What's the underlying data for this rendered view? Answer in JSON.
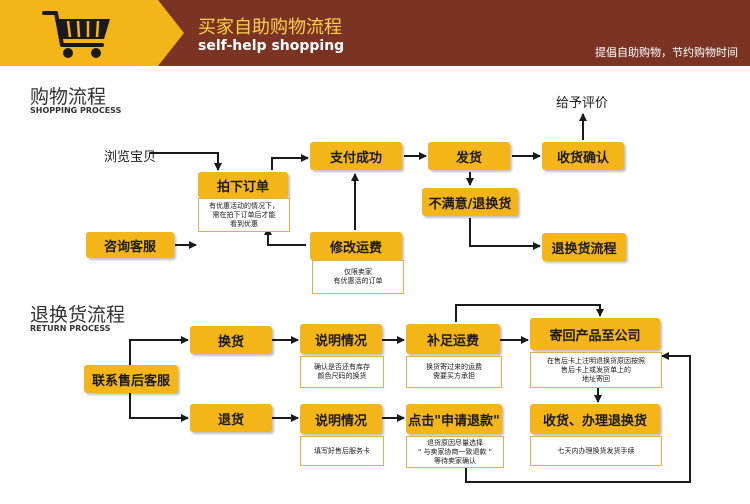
{
  "header": {
    "title": "买家自助购物流程",
    "subtitle": "self-help shopping",
    "slogan": "提倡自助购物，节约购物时间",
    "icon": "shopping-cart-icon"
  },
  "shopping": {
    "title": "购物流程",
    "subtitle": "SHOPPING PROCESS",
    "browse": "浏览宝贝",
    "consult": "咨询客服",
    "order": "拍下订单",
    "order_note": "有优惠活动的情况下，\n需在拍下订单后才能\n看到优惠",
    "pay": "支付成功",
    "modify_shipping": "修改运费",
    "modify_note": "仅限卖家\n有优惠活的订单",
    "ship": "发货",
    "receive": "收货确认",
    "review": "给予评价",
    "unsatisfied": "不满意/退换货",
    "return_flow": "退换货流程"
  },
  "returns": {
    "title": "退换货流程",
    "subtitle": "RETURN PROCESS",
    "contact": "联系售后客服",
    "exchange": "换货",
    "refund": "退货",
    "explain1": "说明情况",
    "explain1_note": "确认是否还有库存\n颜色尺码的换货",
    "explain2": "说明情况",
    "explain2_note": "填写好售后服务卡",
    "top_up": "补足运费",
    "top_up_note": "换货寄过来的运费\n需要买方承担",
    "apply": "点击\"申请退款\"",
    "apply_note": "退货原因尽量选择\n\" 与卖家协商一致退款 \"\n等待卖家确认",
    "send_back": "寄回产品至公司",
    "send_back_note": "在售后卡上注明退换货原因按照\n售后卡上或发货单上的\n地址寄回",
    "receive_refund": "收货、办理退换货",
    "receive_refund_note": "七天内办理换货发货手续"
  }
}
